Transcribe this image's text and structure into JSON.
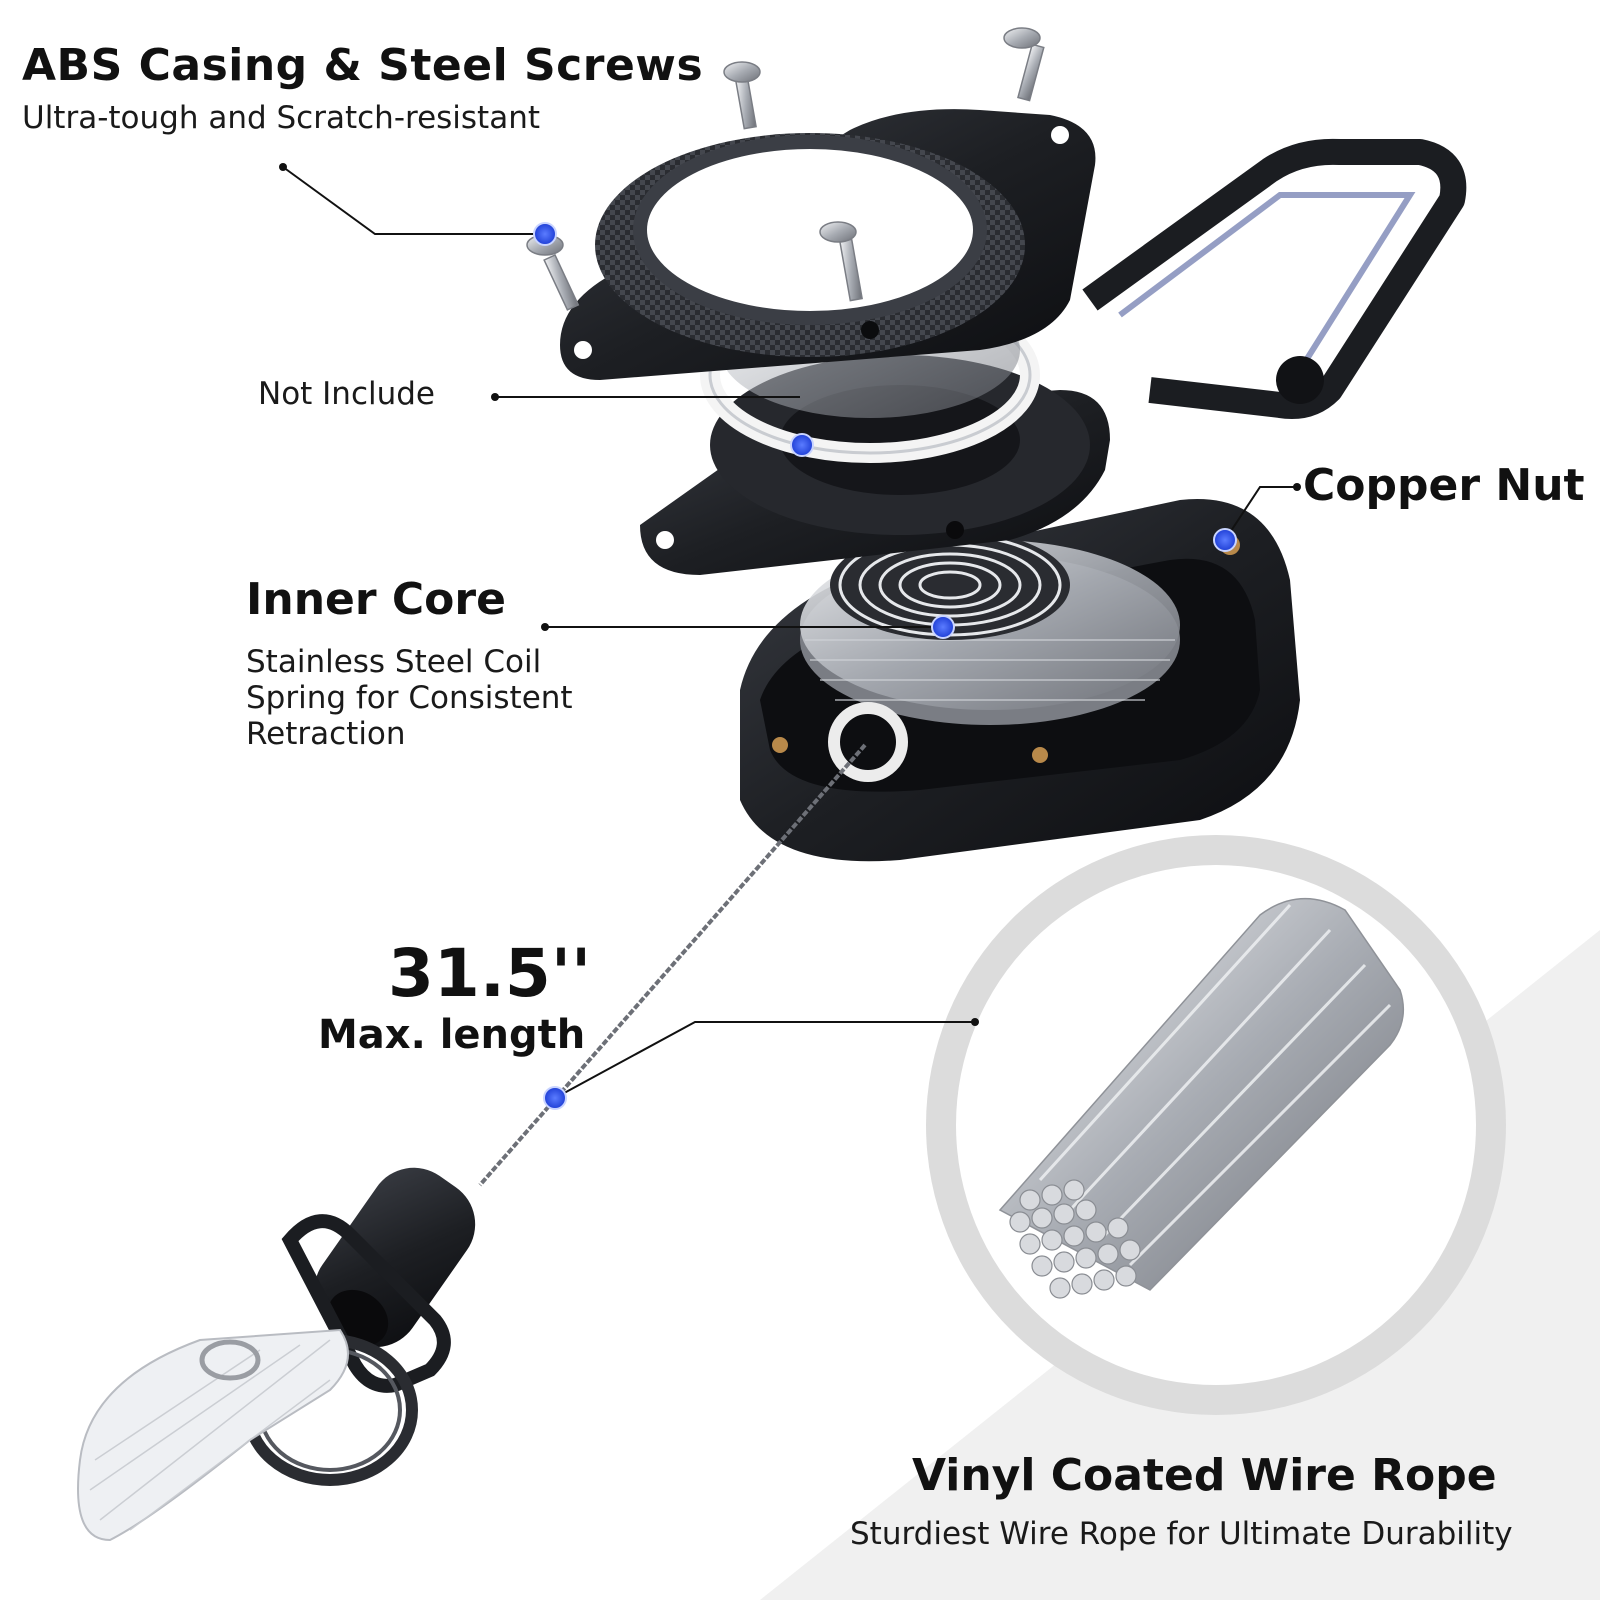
{
  "callouts": {
    "abs": {
      "title": "ABS Casing & Steel Screws",
      "subtitle": "Ultra-tough and Scratch-resistant"
    },
    "not_include": {
      "text": "Not Include"
    },
    "copper_nut": {
      "title": "Copper Nut"
    },
    "inner_core": {
      "title": "Inner Core",
      "lines": [
        "Stainless Steel Coil",
        "Spring for Consistent",
        "Retraction"
      ]
    },
    "length": {
      "value": "31.5''",
      "caption": "Max. length"
    },
    "wire_rope": {
      "title": "Vinyl Coated Wire Rope",
      "subtitle": "Sturdiest Wire Rope for Ultimate Durability"
    }
  },
  "colors": {
    "text": "#111111",
    "marker": "#2450e6",
    "casing": "#1d1f23",
    "metal": "#c9ccd1",
    "backdrop": "#f0f0f0"
  }
}
